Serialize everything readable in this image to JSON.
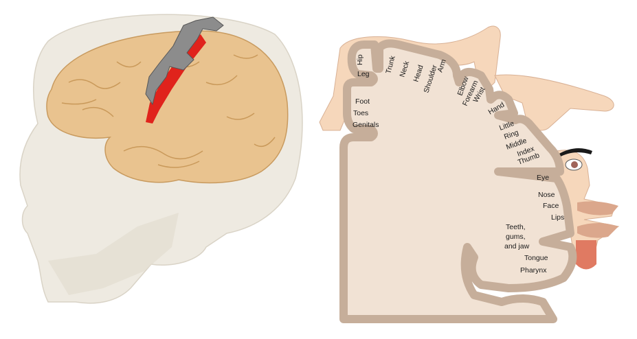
{
  "colors": {
    "brain": "#e9c38f",
    "motor_strip": "#e0231c",
    "skull": "#e8e3d8",
    "cortex_fill": "#f1e2d4",
    "cortex_border": "#c6ae9a",
    "skin": "#f6d7bb"
  },
  "labels": {
    "hip": "Hip",
    "leg": "Leg",
    "trunk": "Trunk",
    "neck": "Neck",
    "head": "Head",
    "shoulder": "Shoulder",
    "arm": "Arm",
    "elbow": "Elbow",
    "forearm": "Forearm",
    "wrist": "Wrist",
    "hand": "Hand",
    "little": "Little",
    "ring": "Ring",
    "middle": "Middle",
    "index": "Index",
    "thumb": "Thumb",
    "eye": "Eye",
    "nose": "Nose",
    "face": "Face",
    "lips": "Lips",
    "teeth1": "Teeth,",
    "teeth2": "gums,",
    "teeth3": "and jaw",
    "tongue": "Tongue",
    "pharynx": "Pharynx",
    "foot": "Foot",
    "toes": "Toes",
    "genitals": "Genitals"
  }
}
